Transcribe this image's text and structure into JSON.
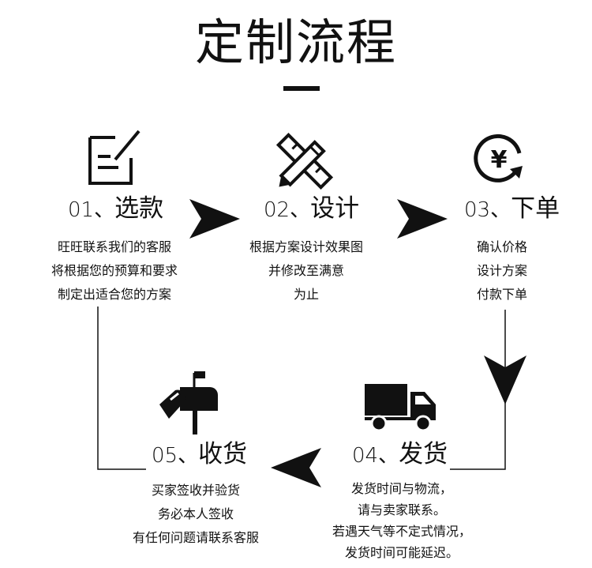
{
  "title": "定制流程",
  "steps": [
    {
      "num": "01、",
      "name": "选款",
      "icon": "document-edit-icon",
      "lines": [
        "旺旺联系我们的客服",
        "将根据您的预算和要求",
        "制定出适合您的方案"
      ]
    },
    {
      "num": "02、",
      "name": "设计",
      "icon": "pencil-ruler-icon",
      "lines": [
        "根据方案设计效果图",
        "并修改至满意",
        "为止"
      ]
    },
    {
      "num": "03、",
      "name": "下单",
      "icon": "yen-refresh-icon",
      "lines": [
        "确认价格",
        "设计方案",
        "付款下单"
      ]
    },
    {
      "num": "04、",
      "name": "发货",
      "icon": "delivery-truck-icon",
      "lines": [
        "发货时间与物流，",
        "请与卖家联系。",
        "若遇天气等不定式情况，",
        "发货时间可能延迟。"
      ]
    },
    {
      "num": "05、",
      "name": "收货",
      "icon": "mailbox-icon",
      "lines": [
        "买家签收并验货",
        "务必本人签收",
        "有任何问题请联系客服"
      ]
    }
  ],
  "colors": {
    "ink": "#111111",
    "background": "#ffffff"
  }
}
